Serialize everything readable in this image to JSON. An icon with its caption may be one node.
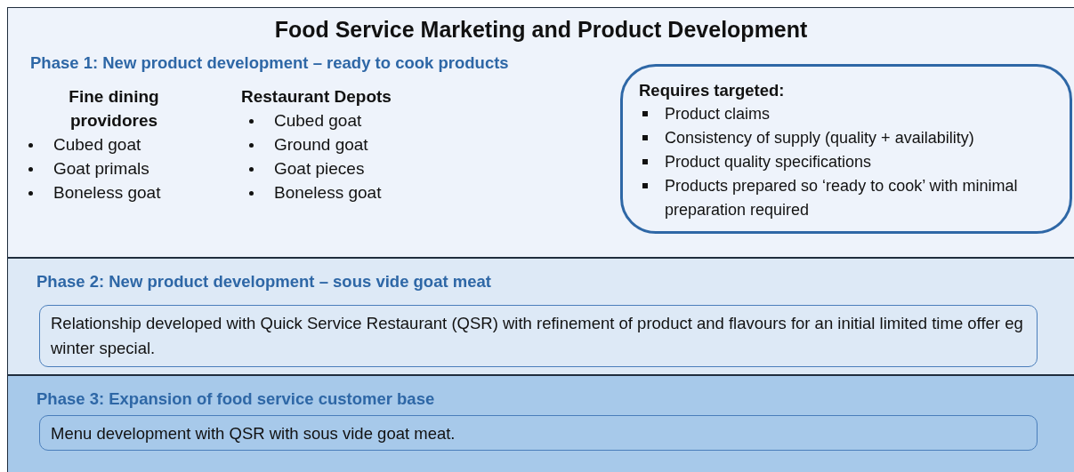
{
  "diagram": {
    "title": "Food Service Marketing and Product Development",
    "nodes": [
      {
        "text": [
          "Phase 1: New product development – ready to cook products",
          "Fine dining providores",
          "Cubed goat",
          "Goat primals",
          "Boneless goat",
          "Restaurant Depots",
          "Cubed goat",
          "Ground goat",
          "Goat pieces",
          "Boneless goat"
        ]
      },
      {
        "text": [
          "Requires targeted:",
          "Product claims",
          "Consistency of supply (quality + availability)",
          "Product quality specifications",
          "Products prepared so ‘ready to cook’ with minimal preparation required"
        ],
        "in": 0
      },
      {
        "text": [
          "Phase 2: New product development – sous vide goat meat"
        ]
      },
      {
        "text": [
          "Relationship developed with Quick Service Restaurant (QSR) with refinement of product and flavours for an initial limited time offer eg winter special."
        ],
        "in": 2
      },
      {
        "text": [
          "Phase 3: Expansion of food service customer base"
        ]
      },
      {
        "text": [
          "Menu development with QSR with sous vide goat meat."
        ],
        "in": 4
      }
    ],
    "edges": []
  }
}
